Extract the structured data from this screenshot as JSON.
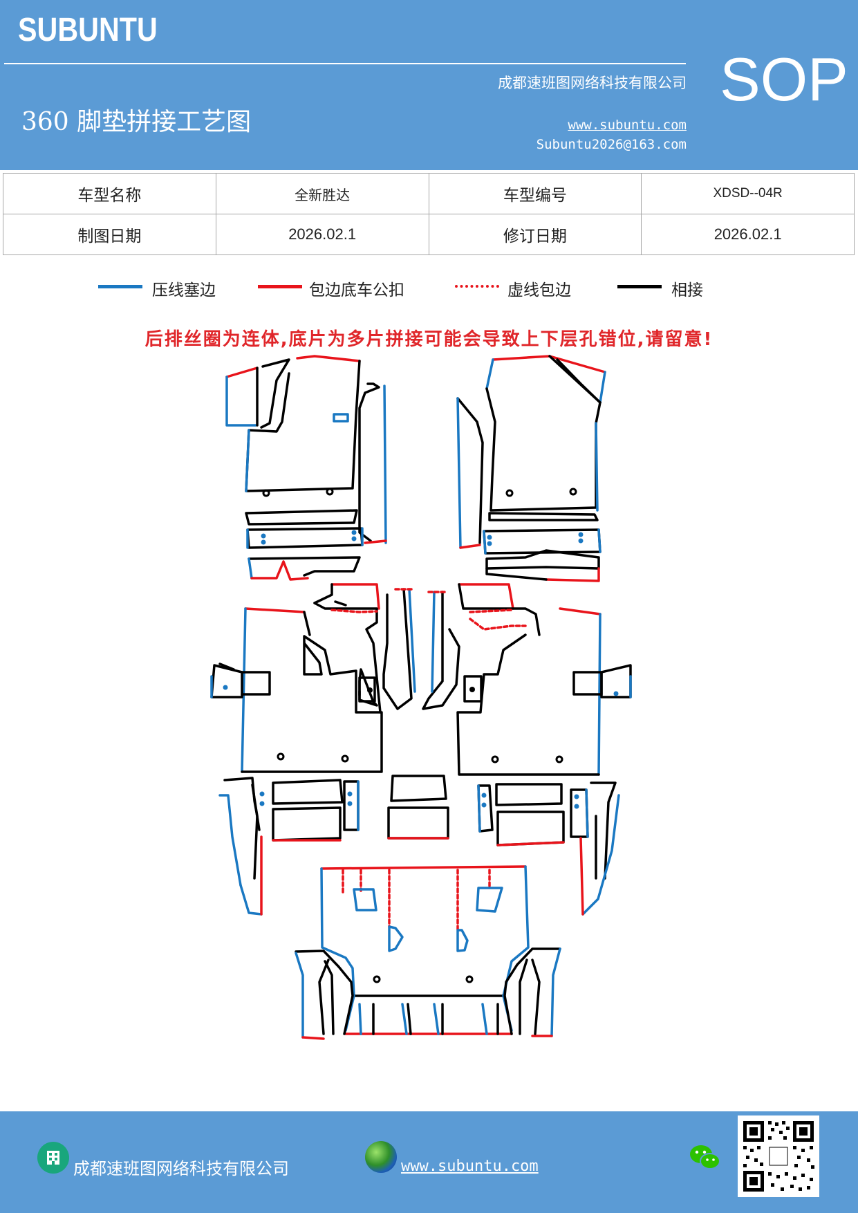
{
  "header": {
    "brand": "SUBUNTU",
    "company": "成都速班图网络科技有限公司",
    "title": "360 脚垫拼接工艺图",
    "website": "www.subuntu.com",
    "email": "Subuntu2026@163.com",
    "badge": "SOP"
  },
  "info": {
    "model_name_label": "车型名称",
    "model_name": "全新胜达",
    "model_code_label": "车型编号",
    "model_code": "XDSD--04R",
    "draw_date_label": "制图日期",
    "draw_date": "2026.02.1",
    "revise_date_label": "修订日期",
    "revise_date": "2026.02.1"
  },
  "legend": [
    {
      "label": "压线塞边",
      "color": "#1a78c2",
      "style": "solid"
    },
    {
      "label": "包边底车公扣",
      "color": "#e8141b",
      "style": "solid"
    },
    {
      "label": "虚线包边",
      "color": "#e8141b",
      "style": "dashed"
    },
    {
      "label": "相接",
      "color": "#000000",
      "style": "solid"
    }
  ],
  "warning": "后排丝圈为连体,底片为多片拼接可能会导致上下层孔错位,请留意!",
  "colors": {
    "header_bg": "#5b9bd5",
    "blue_edge": "#1a78c2",
    "red_edge": "#e8141b",
    "black_edge": "#000000"
  },
  "footer": {
    "company": "成都速班图网络科技有限公司",
    "website": "www.subuntu.com",
    "company_icon": "building-icon",
    "web_icon": "globe-icon",
    "chat_icon": "wechat-icon",
    "qr_icon": "qr-code-icon"
  }
}
